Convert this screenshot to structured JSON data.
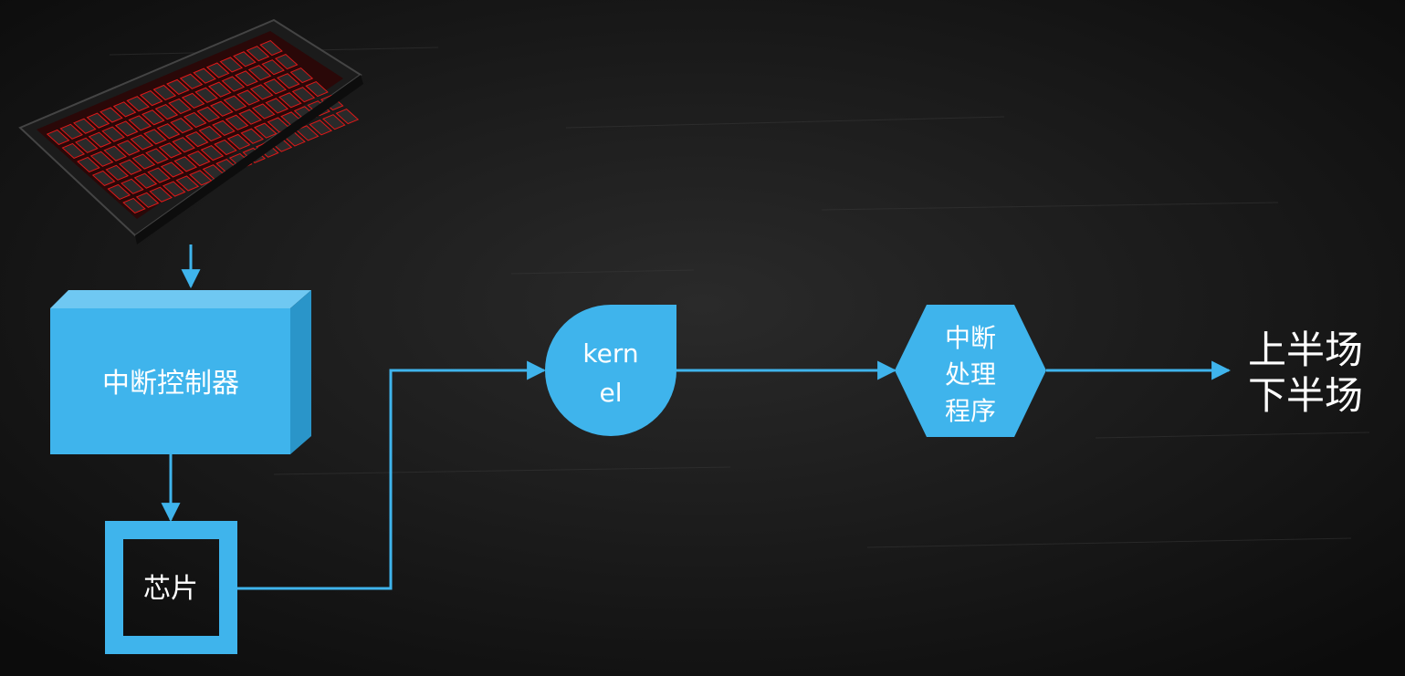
{
  "diagram": {
    "nodes": {
      "interrupt_controller": {
        "label": "中断控制器"
      },
      "chip": {
        "label": "芯片"
      },
      "kernel": {
        "label_line1": "kern",
        "label_line2": "el"
      },
      "interrupt_handler": {
        "label_line1": "中断",
        "label_line2": "处理",
        "label_line3": "程序"
      }
    },
    "outcome": {
      "line1": "上半场",
      "line2": "下半场"
    },
    "device_image": {
      "icon": "keyboard-icon",
      "description_hidden": true
    }
  },
  "colors": {
    "background": "#121212",
    "node_fill": "#3fb4ec",
    "node_side": "#2a95c9",
    "node_top": "#6fc8f2",
    "connector": "#3fb4ec",
    "node_text": "#ffffff",
    "outcome_text": "#ffffff",
    "keyboard_key": "#2a2a2a",
    "keyboard_glow": "#e01818"
  }
}
